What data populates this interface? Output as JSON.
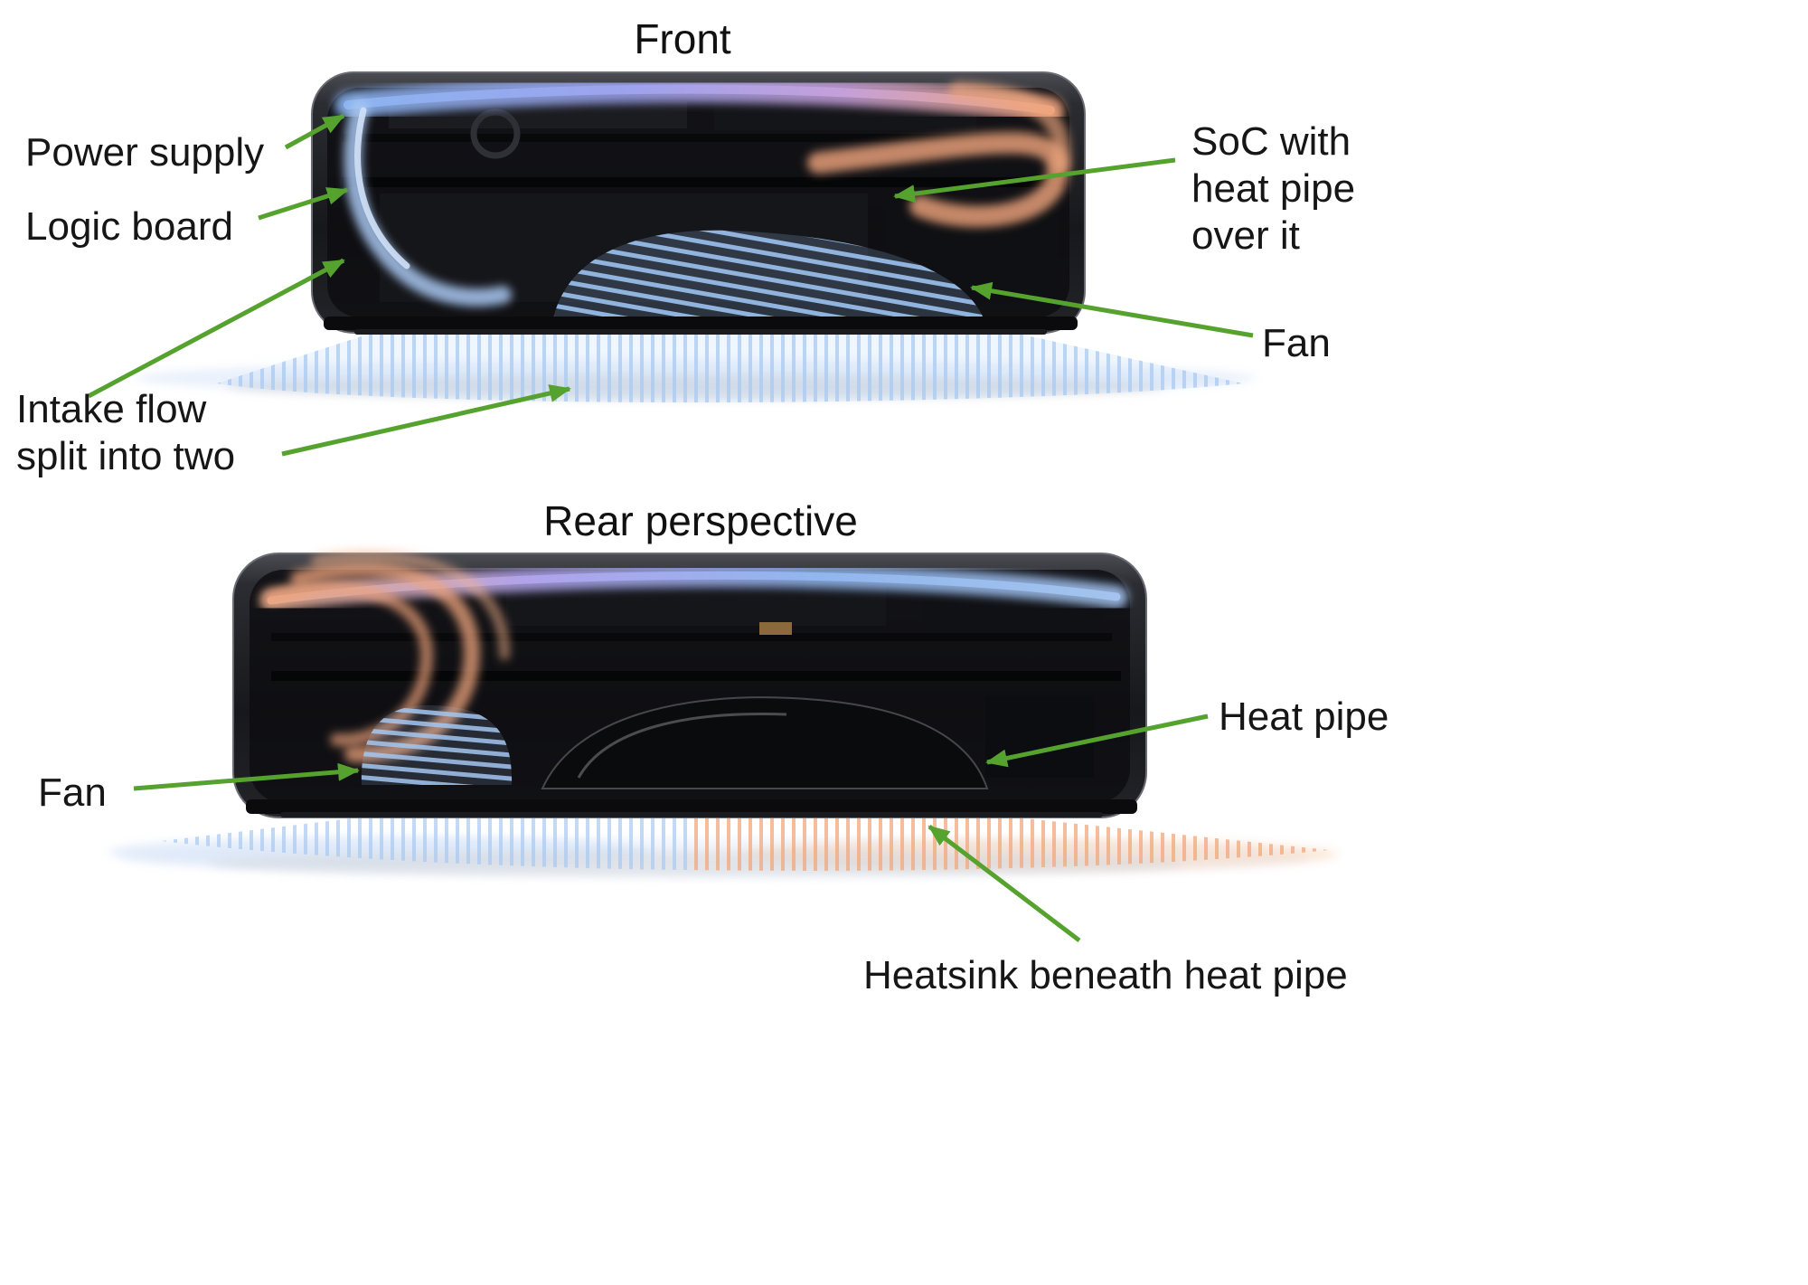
{
  "accent": {
    "arrow_green": "#55a32e",
    "cool_flow_blue": "#9cc2ef",
    "warm_flow_orange": "#f0a57e"
  },
  "front": {
    "title": "Front",
    "labels": {
      "power_supply": "Power supply",
      "logic_board": "Logic board",
      "intake": {
        "lines": [
          "Intake flow",
          "split into two"
        ]
      },
      "soc": {
        "lines": [
          "SoC with",
          "heat pipe",
          "over it"
        ]
      },
      "fan": "Fan"
    }
  },
  "rear": {
    "title": "Rear perspective",
    "labels": {
      "fan": "Fan",
      "heat_pipe": "Heat pipe",
      "heatsink": "Heatsink beneath heat pipe"
    }
  }
}
